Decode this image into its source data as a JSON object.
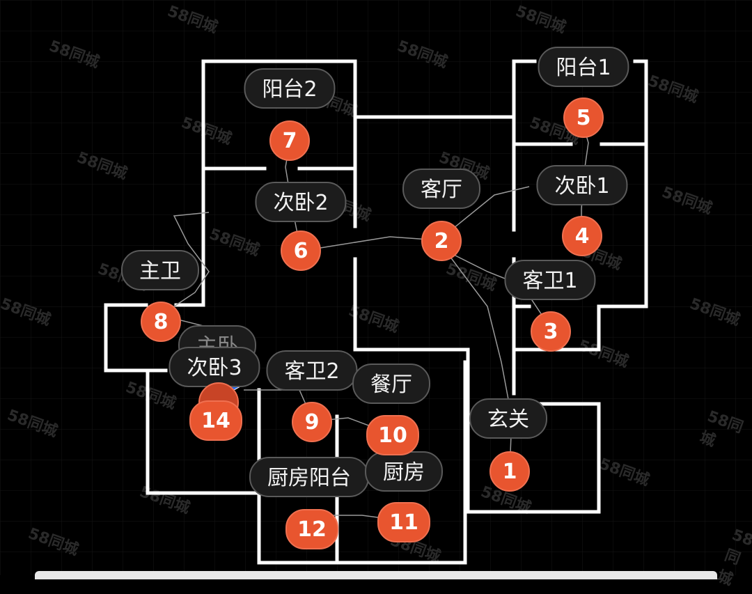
{
  "watermark_text": "58同城",
  "rooms": [
    {
      "name": "阳台1",
      "marker": "5"
    },
    {
      "name": "阳台2",
      "marker": "7"
    },
    {
      "name": "次卧2",
      "marker": "6"
    },
    {
      "name": "客厅",
      "marker": "2"
    },
    {
      "name": "次卧1",
      "marker": "4"
    },
    {
      "name": "主卫",
      "marker": "8"
    },
    {
      "name": "客卫1",
      "marker": "3"
    },
    {
      "name": "主卧",
      "marker": ""
    },
    {
      "name": "次卧3",
      "marker": "14"
    },
    {
      "name": "客卫2",
      "marker": "9"
    },
    {
      "name": "餐厅",
      "marker": "10"
    },
    {
      "name": "玄关",
      "marker": "1"
    },
    {
      "name": "厨房阳台",
      "marker": "12"
    },
    {
      "name": "厨房",
      "marker": "11"
    }
  ],
  "colors": {
    "background": "#000000",
    "wall": "#ffffff",
    "marker": "#e8552f",
    "label_bg": "#1c1c1c",
    "nav_arrow": "#2a6ff0"
  }
}
